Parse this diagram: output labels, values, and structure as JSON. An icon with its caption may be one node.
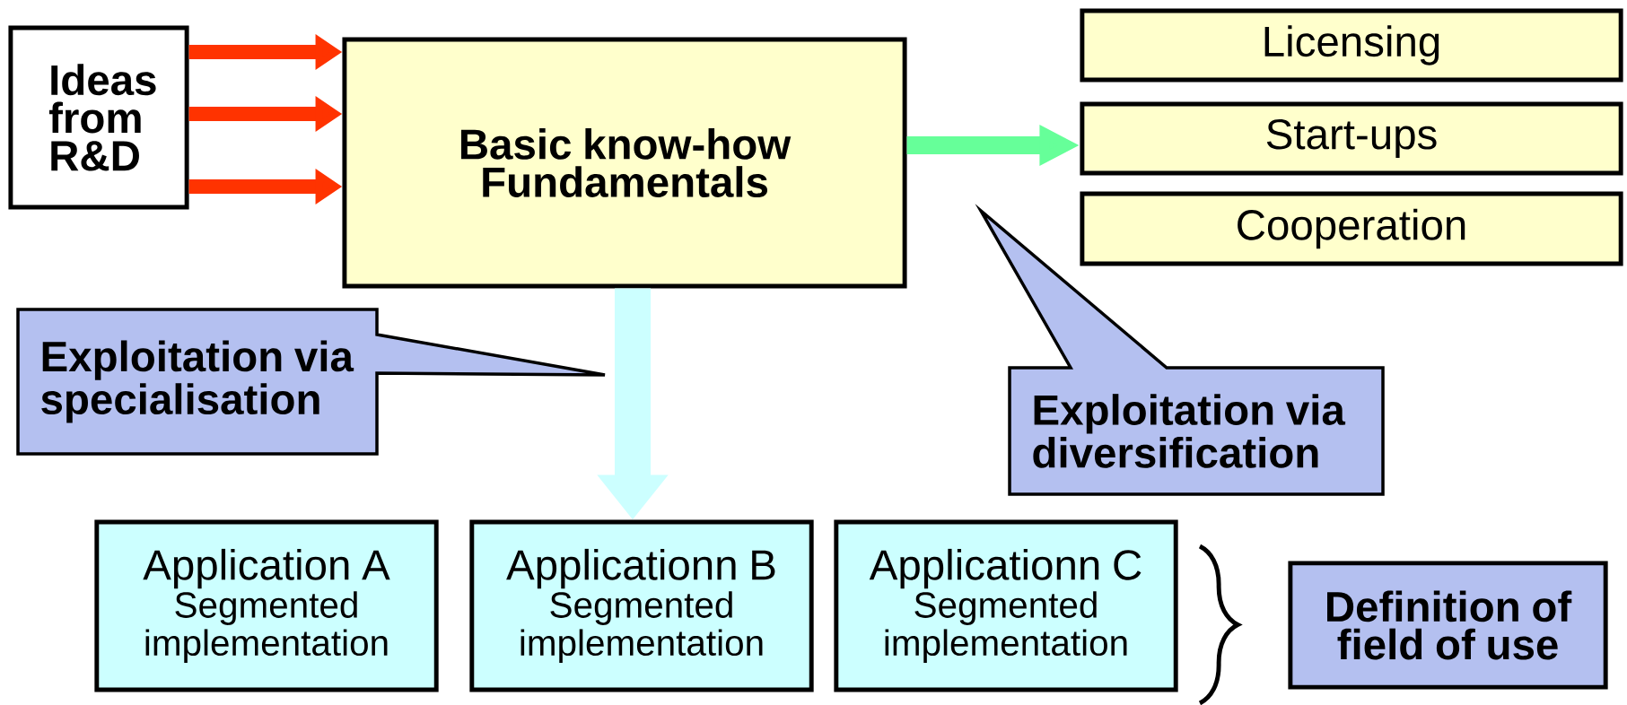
{
  "diagram": {
    "nodes": [
      {
        "text": [
          "Ideas from R&D"
        ]
      },
      {
        "text": [
          "Basic know-how Fundamentals"
        ]
      },
      {
        "text": [
          "Licensing"
        ]
      },
      {
        "text": [
          "Start-ups"
        ]
      },
      {
        "text": [
          "Cooperation"
        ]
      },
      {
        "text": [
          "Exploitation via specialisation"
        ]
      },
      {
        "text": [
          "Exploitation via diversification"
        ]
      },
      {
        "text": [
          "Application A",
          "Segmented implementation"
        ]
      },
      {
        "text": [
          "Applicationn B",
          "Segmented implementation"
        ]
      },
      {
        "text": [
          "Applicationn C",
          "Segmented implementation"
        ]
      },
      {
        "text": [
          "Definition of field of use"
        ]
      }
    ],
    "edges": [
      {
        "from": 0,
        "to": 1,
        "arrow": "to"
      },
      {
        "from": 0,
        "to": 1,
        "arrow": "to"
      },
      {
        "from": 0,
        "to": 1,
        "arrow": "to"
      },
      {
        "from": 1,
        "to": 3,
        "arrow": "to",
        "color": "#66ff99"
      },
      {
        "from": 1,
        "to": 8,
        "arrow": "to",
        "style": "thick",
        "color": "#ccffff"
      }
    ]
  }
}
